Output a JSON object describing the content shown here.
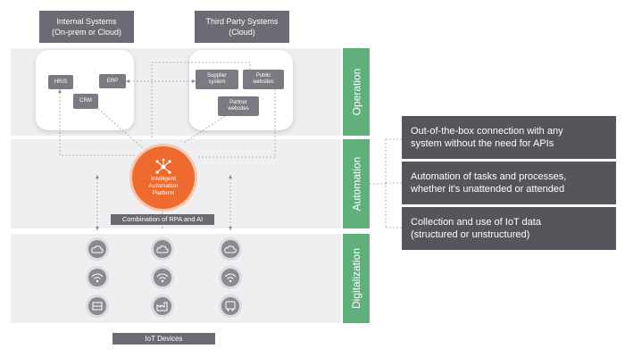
{
  "headers": {
    "internal": [
      "Internal Systems",
      "(On-prem or Cloud)"
    ],
    "third_party": [
      "Third Party Systems",
      "(Cloud)"
    ]
  },
  "chips": {
    "hris": "HRIS",
    "erp": "ERP",
    "crm": "CRM",
    "supplier": [
      "Supplier",
      "system"
    ],
    "public": [
      "Public",
      "websites"
    ],
    "partner": [
      "Partner",
      "websites"
    ]
  },
  "platform": [
    "Intelligent",
    "Automation",
    "Platform"
  ],
  "combination_label": "Combination of RPA and AI",
  "iot_label": "IoT Devices",
  "layers": {
    "operation": "Operation",
    "automation": "Automation",
    "digitalization": "Digitalization"
  },
  "benefits": [
    [
      "Out-of-the-box connection with any",
      "system without the need for APIs"
    ],
    [
      "Automation of tasks and processes,",
      "whether it's unattended or attended"
    ],
    [
      "Collection and use of IoT data",
      "(structured  or unstructured)"
    ]
  ],
  "colors": {
    "accent_orange": "#ee6a2e",
    "layer_green": "#5fb07b",
    "dark_gray": "#55565c",
    "chip_gray": "#7a7b82"
  },
  "device_icons": [
    "cloud-icon",
    "wifi-icon",
    "machine-icon"
  ]
}
